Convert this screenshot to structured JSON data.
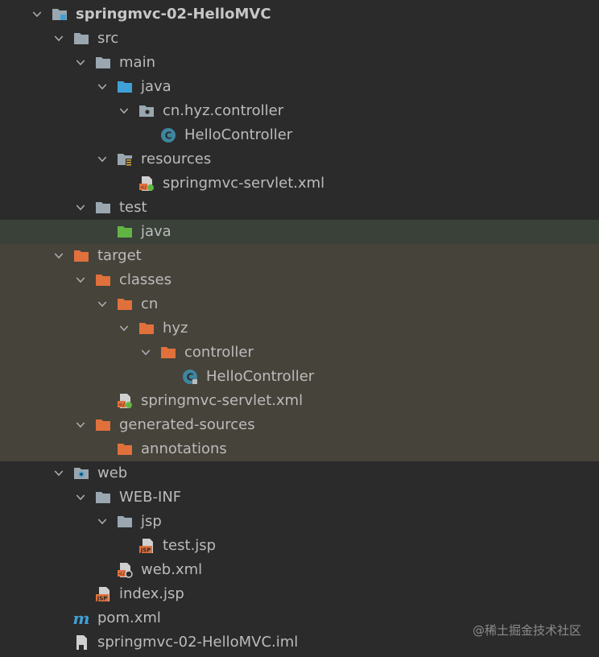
{
  "tree": [
    {
      "label": "springmvc-02-HelloMVC",
      "icon": "module-folder-icon",
      "depth": 0,
      "expanded": true,
      "root": true
    },
    {
      "label": "src",
      "icon": "folder-icon",
      "depth": 1,
      "expanded": true
    },
    {
      "label": "main",
      "icon": "folder-icon",
      "depth": 2,
      "expanded": true
    },
    {
      "label": "java",
      "icon": "source-root-folder-icon",
      "depth": 3,
      "expanded": true
    },
    {
      "label": "cn.hyz.controller",
      "icon": "package-icon",
      "depth": 4,
      "expanded": true
    },
    {
      "label": "HelloController",
      "icon": "java-class-icon",
      "depth": 5
    },
    {
      "label": "resources",
      "icon": "resources-folder-icon",
      "depth": 3,
      "expanded": true
    },
    {
      "label": "springmvc-servlet.xml",
      "icon": "spring-xml-icon",
      "depth": 4
    },
    {
      "label": "test",
      "icon": "folder-icon",
      "depth": 2,
      "expanded": true
    },
    {
      "label": "java",
      "icon": "test-root-folder-icon",
      "depth": 3,
      "highlight": "test"
    },
    {
      "label": "target",
      "icon": "excluded-folder-icon",
      "depth": 1,
      "expanded": true,
      "highlight": "excluded"
    },
    {
      "label": "classes",
      "icon": "excluded-folder-icon",
      "depth": 2,
      "expanded": true,
      "highlight": "excluded"
    },
    {
      "label": "cn",
      "icon": "excluded-folder-icon",
      "depth": 3,
      "expanded": true,
      "highlight": "excluded"
    },
    {
      "label": "hyz",
      "icon": "excluded-folder-icon",
      "depth": 4,
      "expanded": true,
      "highlight": "excluded"
    },
    {
      "label": "controller",
      "icon": "excluded-folder-icon",
      "depth": 5,
      "expanded": true,
      "highlight": "excluded"
    },
    {
      "label": "HelloController",
      "icon": "compiled-class-icon",
      "depth": 6,
      "highlight": "excluded"
    },
    {
      "label": "springmvc-servlet.xml",
      "icon": "spring-xml-icon",
      "depth": 3,
      "highlight": "excluded"
    },
    {
      "label": "generated-sources",
      "icon": "excluded-folder-icon",
      "depth": 2,
      "expanded": true,
      "highlight": "excluded"
    },
    {
      "label": "annotations",
      "icon": "excluded-folder-icon",
      "depth": 3,
      "highlight": "excluded"
    },
    {
      "label": "web",
      "icon": "web-folder-icon",
      "depth": 1,
      "expanded": true
    },
    {
      "label": "WEB-INF",
      "icon": "folder-icon",
      "depth": 2,
      "expanded": true
    },
    {
      "label": "jsp",
      "icon": "folder-icon",
      "depth": 3,
      "expanded": true
    },
    {
      "label": "test.jsp",
      "icon": "jsp-file-icon",
      "depth": 4
    },
    {
      "label": "web.xml",
      "icon": "web-xml-icon",
      "depth": 3
    },
    {
      "label": "index.jsp",
      "icon": "jsp-file-icon",
      "depth": 2
    },
    {
      "label": "pom.xml",
      "icon": "maven-icon",
      "depth": 1
    },
    {
      "label": "springmvc-02-HelloMVC.iml",
      "icon": "iml-file-icon",
      "depth": 1
    }
  ],
  "watermark": "@稀土掘金技术社区",
  "colors": {
    "background": "#2b2b2b",
    "text": "#bbbbbb",
    "test_row": "#3a4139",
    "excluded_row": "#46433a",
    "folder": "#9aa7b0",
    "source_folder": "#40a0d8",
    "test_folder": "#62b543",
    "excluded_folder": "#e0703c",
    "class_circle": "#3e86a0"
  }
}
